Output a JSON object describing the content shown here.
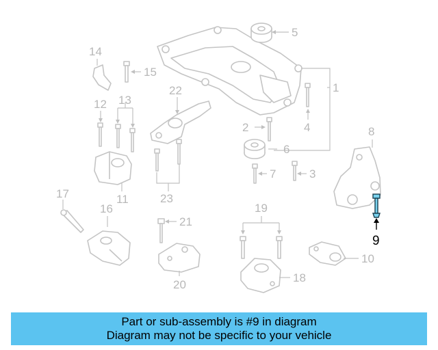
{
  "diagram": {
    "callouts": [
      "1",
      "2",
      "3",
      "4",
      "5",
      "6",
      "7",
      "8",
      "9",
      "10",
      "11",
      "12",
      "13",
      "14",
      "15",
      "16",
      "17",
      "18",
      "19",
      "20",
      "21",
      "22",
      "23"
    ],
    "highlighted_part": "9",
    "highlight_color": "#7ad3ef",
    "muted_color": "#c0c0c0"
  },
  "banner": {
    "line1": "Part or sub-assembly is #9 in diagram",
    "line2": "Diagram may not be specific to your vehicle",
    "background": "#5bc3f0"
  }
}
